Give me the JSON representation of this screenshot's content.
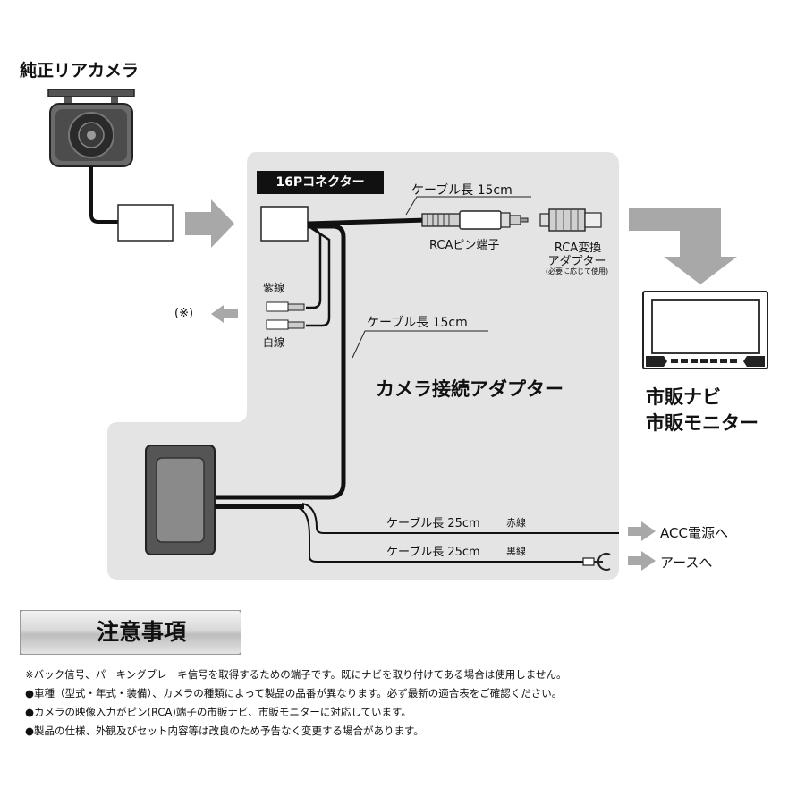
{
  "camera": {
    "title": "純正リアカメラ"
  },
  "connector": {
    "label": "16Pコネクター"
  },
  "cables": {
    "rca_length": "ケーブル長 15cm",
    "main_length": "ケーブル長 15cm",
    "red_length": "ケーブル長 25cm",
    "red_color": "赤線",
    "black_length": "ケーブル長 25cm",
    "black_color": "黒線"
  },
  "rca": {
    "pin_label": "RCAピン端子",
    "adapter_line1": "RCA変換",
    "adapter_line2": "アダプター",
    "adapter_note": "(必要に応じて使用)"
  },
  "wires": {
    "purple": "紫線",
    "white": "白線",
    "note_mark": "(※)"
  },
  "adapter": {
    "title": "カメラ接続アダプター"
  },
  "monitor": {
    "line1": "市販ナビ",
    "line2": "市販モニター"
  },
  "outputs": {
    "acc": "ACC電源へ",
    "earth": "アースへ"
  },
  "caution": {
    "title": "注意事項",
    "notes": [
      "※バック信号、パーキングブレーキ信号を取得するための端子です。既にナビを取り付けてある場合は使用しません。",
      "●車種（型式・年式・装備）、カメラの種類によって製品の品番が異なります。必ず最新の適合表をご確認ください。",
      "●カメラの映像入力がピン(RCA)端子の市販ナビ、市販モニターに対応しています。",
      "●製品の仕様、外観及びセット内容等は改良のため予告なく変更する場合があります。"
    ]
  },
  "colors": {
    "panel": "#e4e4e4",
    "arrow": "#a8a8a8",
    "cable": "#111111"
  }
}
